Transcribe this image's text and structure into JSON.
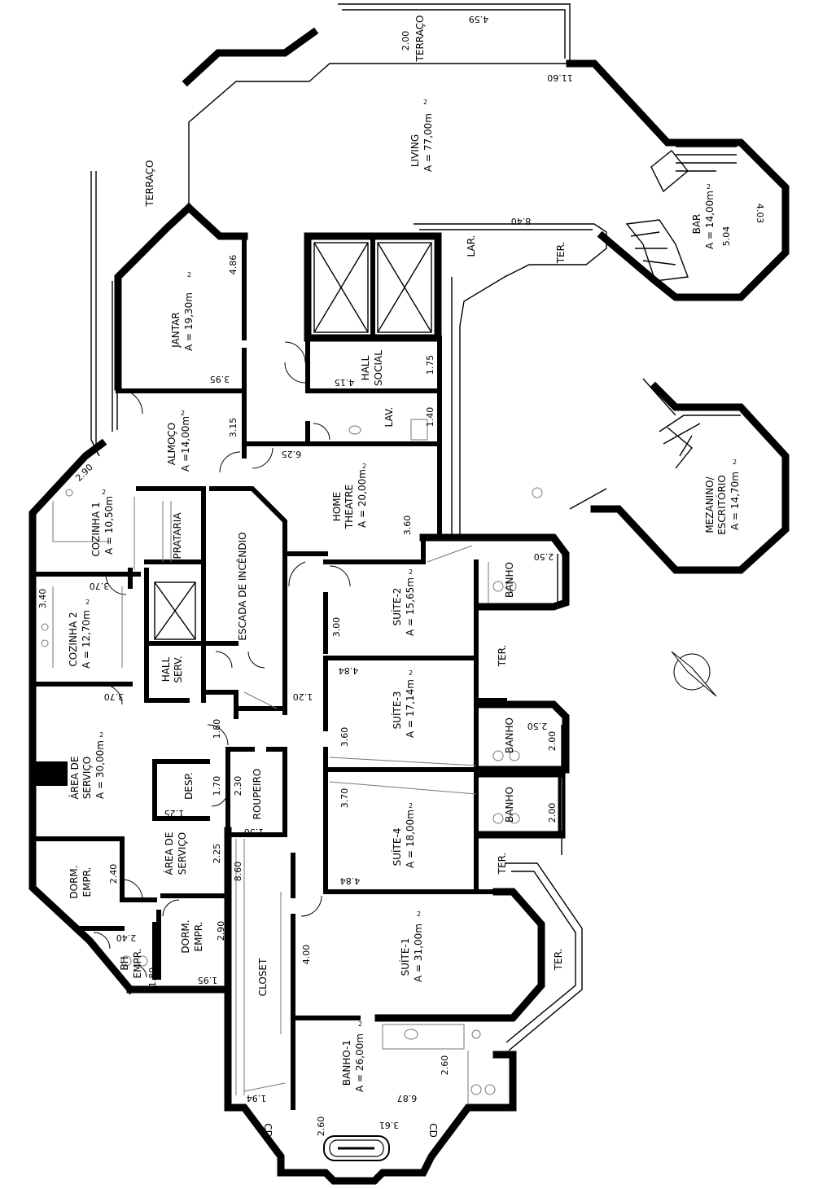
{
  "rooms": {
    "living": {
      "name": "LIVING",
      "area": "A = 77,00m"
    },
    "bar": {
      "name": "BAR",
      "area": "A = 14,00m"
    },
    "mezanino": {
      "name": "MEZANINO/",
      "name2": "ESCRITÓRIO",
      "area": "A = 14,70m"
    },
    "jantar": {
      "name": "JANTAR",
      "area": "A = 19,30m"
    },
    "almoco": {
      "name": "ALMOÇO",
      "area": "A =14,00m"
    },
    "cozinha1": {
      "name": "COZINHA 1",
      "area": "A = 10,50m"
    },
    "cozinha2": {
      "name": "COZINHA 2",
      "area": "A = 12,70m"
    },
    "prataria": {
      "name": "PRATARIA"
    },
    "escada": {
      "name": "ESCADA DE INCÊNDIO"
    },
    "hall_social": {
      "name": "HALL",
      "name2": "SOCIAL"
    },
    "lav": {
      "name": "LAV."
    },
    "home_theatre": {
      "name": "HOME",
      "name2": "THEATRE",
      "area": "A = 20,00m"
    },
    "hall_serv": {
      "name": "HALL",
      "name2": "SERV."
    },
    "suite2": {
      "name": "SUÍTE-2",
      "area": "A = 15,65m"
    },
    "suite3": {
      "name": "SUÍTE-3",
      "area": "A = 17,14m"
    },
    "suite4": {
      "name": "SUÍTE-4",
      "area": "A = 18,00m"
    },
    "suite1": {
      "name": "SUÍTE-1",
      "area": "A = 31,00m"
    },
    "banho_s2": {
      "name": "BANHO"
    },
    "banho_s3": {
      "name": "BANHO"
    },
    "banho_s4": {
      "name": "BANHO"
    },
    "banho1": {
      "name": "BANHO-1",
      "area": "A = 26,00m"
    },
    "area_servico": {
      "name": "ÁREA DE",
      "name2": "SERVIÇO",
      "area": "A = 30,00m"
    },
    "area_servico2": {
      "name": "ÁREA DE",
      "name2": "SERVIÇO"
    },
    "desp": {
      "name": "DESP."
    },
    "rouparia": {
      "name": "ROUPEIRO"
    },
    "dorm_empr1": {
      "name": "DORM.",
      "name2": "EMPR."
    },
    "dorm_empr2": {
      "name": "DORM.",
      "name2": "EMPR."
    },
    "bh_empr": {
      "name": "BH",
      "name2": "EMPR."
    },
    "closet": {
      "name": "CLOSET"
    }
  },
  "terraces": {
    "terraco_left": "TERRAÇO",
    "terraco_top": "TERRAÇO",
    "lar": "LAR.",
    "ter_living": "TER.",
    "ter_s2": "TER.",
    "ter_s4": "TER.",
    "ter_s1": "TER.",
    "sq2": "2"
  },
  "dimensions": {
    "d_200_terraco": "2.00",
    "d_459": "4.59",
    "d_1160": "11.60",
    "d_840": "8.40",
    "d_403": "4.03",
    "d_504": "5.04",
    "d_486": "4.86",
    "d_395": "3.95",
    "d_315": "3.15",
    "d_625": "6.25",
    "d_415": "4.15",
    "d_175": "1.75",
    "d_140": "1.40",
    "d_360_ht": "3.60",
    "d_290": "2.90",
    "d_340": "3.40",
    "d_370_k2": "3.70",
    "d_370_as": "3.70",
    "d_250_s2": "2.50",
    "d_300": "3.00",
    "d_484_s3": "4.84",
    "d_120": "1.20",
    "d_180": "1.80",
    "d_360_s3": "3.60",
    "d_250_s3": "2.50",
    "d_200_s3": "2.00",
    "d_370_s4": "3.70",
    "d_200_s4": "2.00",
    "d_170": "1.70",
    "d_230": "2.30",
    "d_125": "1.25",
    "d_150": "1.50",
    "d_225": "2.25",
    "d_860": "8.60",
    "d_240_dorm": "2.40",
    "d_484_s4": "4.84",
    "d_400": "4.00",
    "d_290_dorm": "2.90",
    "d_240_bh": "2.40",
    "d_180_bh": "1.80",
    "d_195": "1.95",
    "d_260_b1": "2.60",
    "d_194": "1.94",
    "d_687": "6.87",
    "d_260_bot": "2.60",
    "d_361": "3.61"
  },
  "symbols": {
    "north_arrow": "north-arrow-icon",
    "jacuzzi": "bathtub-icon",
    "elevator": "elevator-icon"
  },
  "markers": {
    "cd_left": "CD",
    "cd_right": "CD"
  }
}
